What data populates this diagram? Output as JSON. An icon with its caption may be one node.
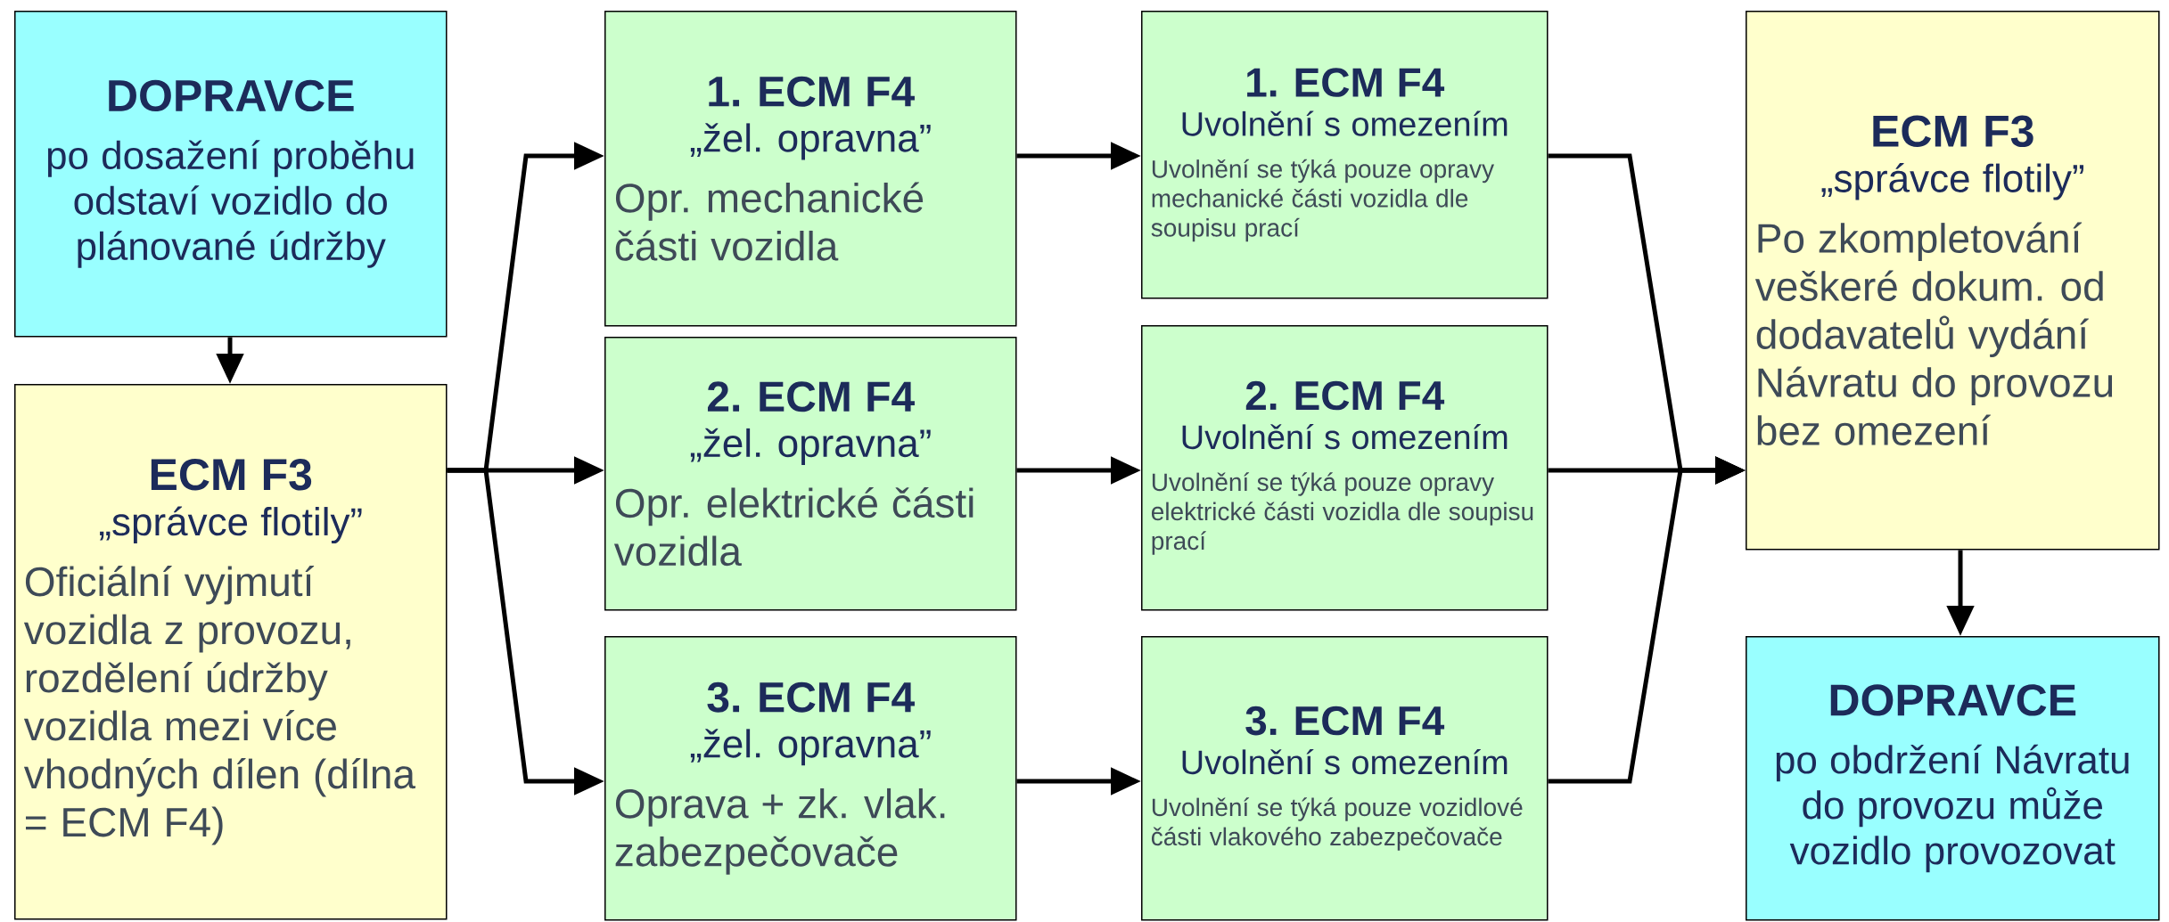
{
  "diagram": {
    "nodes": [
      {
        "text": [
          "DOPRAVCE",
          "po dosažení proběhu odstaví vozidlo do plánované údržby"
        ]
      },
      {
        "text": [
          "ECM F3",
          "„správce flotily”",
          "Oficiální vyjmutí vozidla z provozu, rozdělení údržby vozidla mezi více vhodných dílen (dílna = ECM F4)"
        ]
      },
      {
        "text": [
          "1. ECM F4",
          "„žel. opravna”",
          "Opr. mechanické části vozidla"
        ]
      },
      {
        "text": [
          "2. ECM F4",
          "„žel. opravna”",
          "Opr. elektrické části vozidla"
        ]
      },
      {
        "text": [
          "3. ECM F4",
          "„žel. opravna”",
          "Oprava + zk. vlak. zabezpečovače"
        ]
      },
      {
        "text": [
          "1. ECM F4",
          "Uvolnění s omezením",
          "Uvolnění se týká pouze opravy mechanické části vozidla dle soupisu prací"
        ]
      },
      {
        "text": [
          "2. ECM F4",
          "Uvolnění s omezením",
          "Uvolnění se týká pouze opravy elektrické části vozidla dle soupisu prací"
        ]
      },
      {
        "text": [
          "3. ECM F4",
          "Uvolnění s omezením",
          "Uvolnění se týká pouze vozidlové části vlakového zabezpečovače"
        ]
      },
      {
        "text": [
          "ECM F3",
          "„správce flotily”",
          "Po zkompletování veškeré dokum. od dodavatelů vydání Návratu do provozu bez omezení"
        ]
      },
      {
        "text": [
          "DOPRAVCE",
          "po obdržení Návratu do provozu může vozidlo provozovat"
        ]
      }
    ],
    "edges": [
      {
        "from": 0,
        "to": 1,
        "arrow": "to"
      },
      {
        "from": 1,
        "to": 2,
        "arrow": "to"
      },
      {
        "from": 1,
        "to": 3,
        "arrow": "to"
      },
      {
        "from": 1,
        "to": 4,
        "arrow": "to"
      },
      {
        "from": 2,
        "to": 5,
        "arrow": "to"
      },
      {
        "from": 3,
        "to": 6,
        "arrow": "to"
      },
      {
        "from": 4,
        "to": 7,
        "arrow": "to"
      },
      {
        "from": 5,
        "to": 8,
        "arrow": "to"
      },
      {
        "from": 6,
        "to": 8,
        "arrow": "to"
      },
      {
        "from": 7,
        "to": 8,
        "arrow": "to"
      },
      {
        "from": 8,
        "to": 9,
        "arrow": "to"
      }
    ]
  }
}
